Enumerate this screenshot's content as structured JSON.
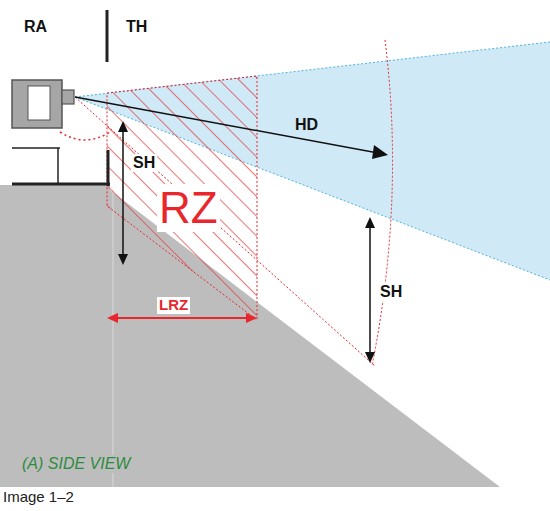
{
  "diagram": {
    "caption": "Image 1–2",
    "labels": [
      "RA",
      "TH",
      "HD",
      "SH",
      "RZ",
      "LRZ",
      "SH",
      "(A) SIDE VIEW"
    ]
  }
}
